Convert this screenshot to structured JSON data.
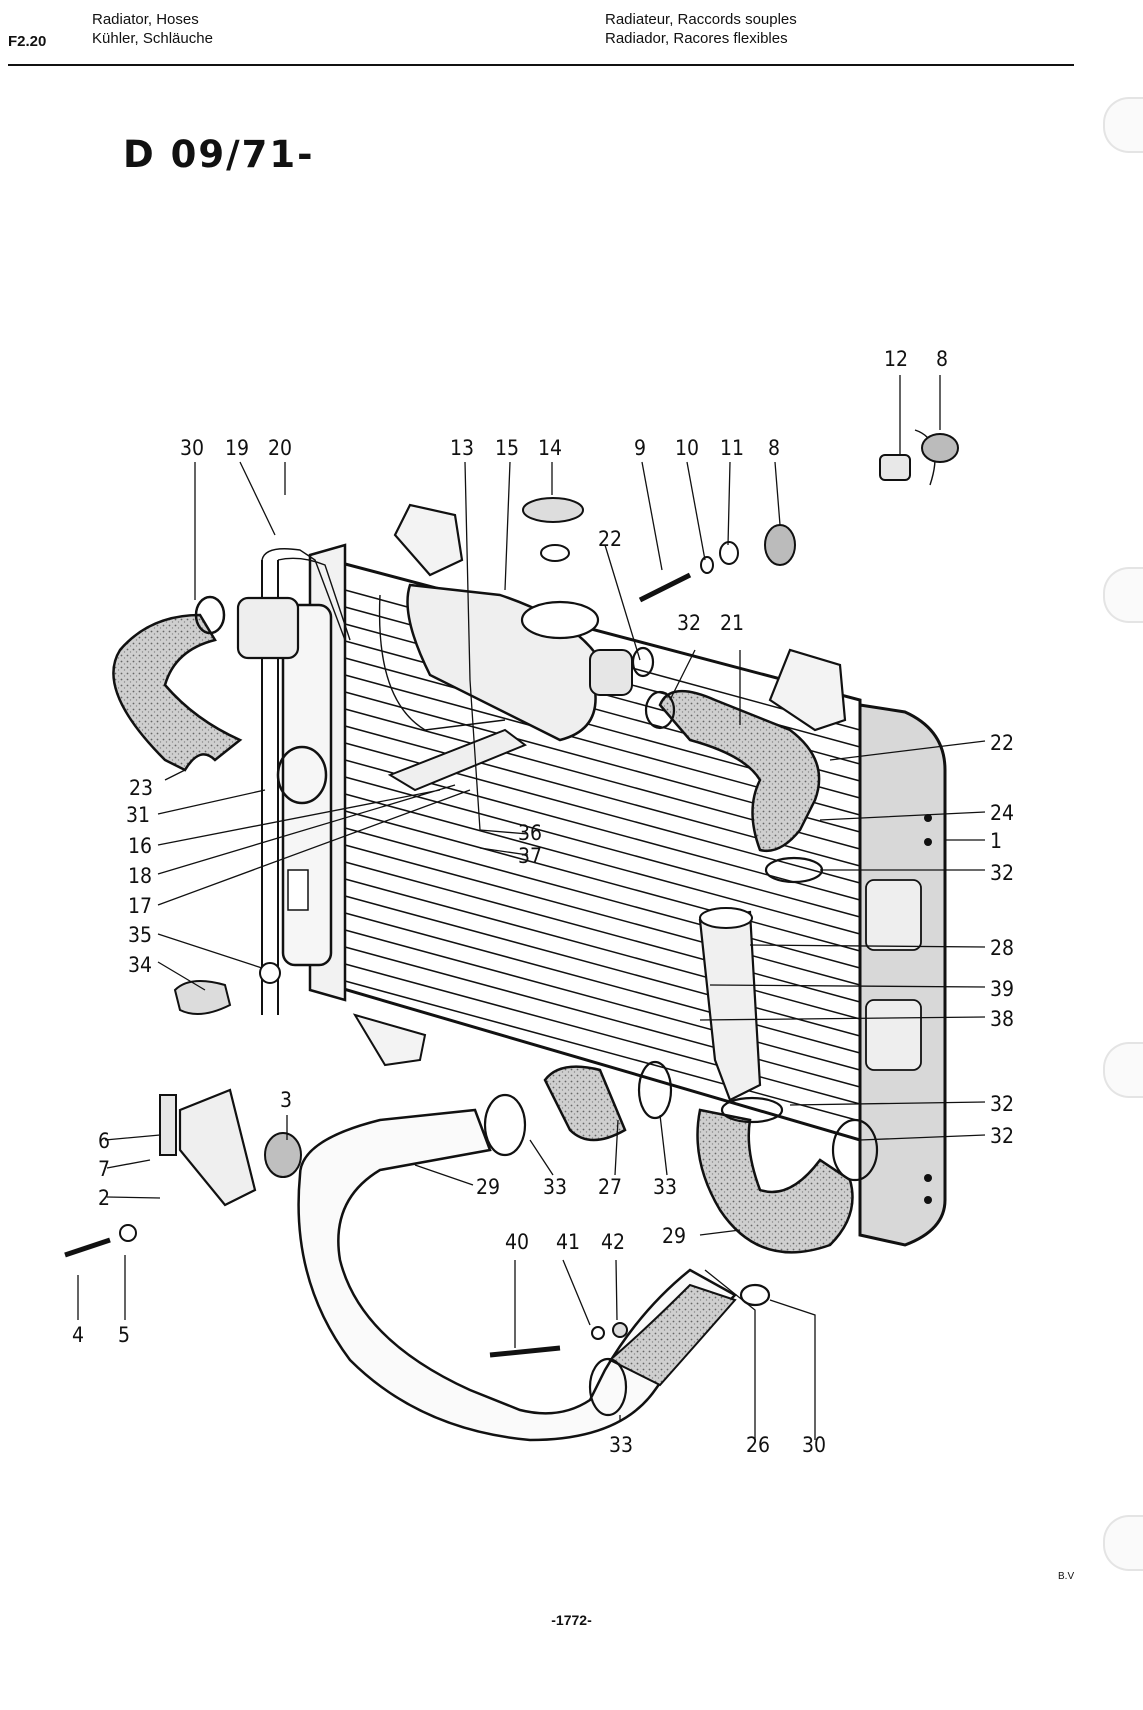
{
  "header": {
    "code": "F2.20",
    "left_line1": "Radiator, Hoses",
    "left_line2": "Kühler, Schläuche",
    "right_line1": "Radiateur, Raccords souples",
    "right_line2": "Radiador, Racores flexibles"
  },
  "model_label": "D 09/71-",
  "page_number": "-1772-",
  "corner_mark": "B.V",
  "callouts": [
    "12",
    "8",
    "30",
    "19",
    "20",
    "13",
    "15",
    "14",
    "9",
    "10",
    "11",
    "8",
    "22",
    "32",
    "21",
    "22",
    "24",
    "1",
    "32",
    "23",
    "31",
    "16",
    "18",
    "17",
    "36",
    "37",
    "35",
    "34",
    "28",
    "39",
    "38",
    "32",
    "32",
    "3",
    "6",
    "7",
    "2",
    "4",
    "5",
    "29",
    "33",
    "27",
    "33",
    "29",
    "40",
    "41",
    "42",
    "26",
    "30",
    "33"
  ]
}
